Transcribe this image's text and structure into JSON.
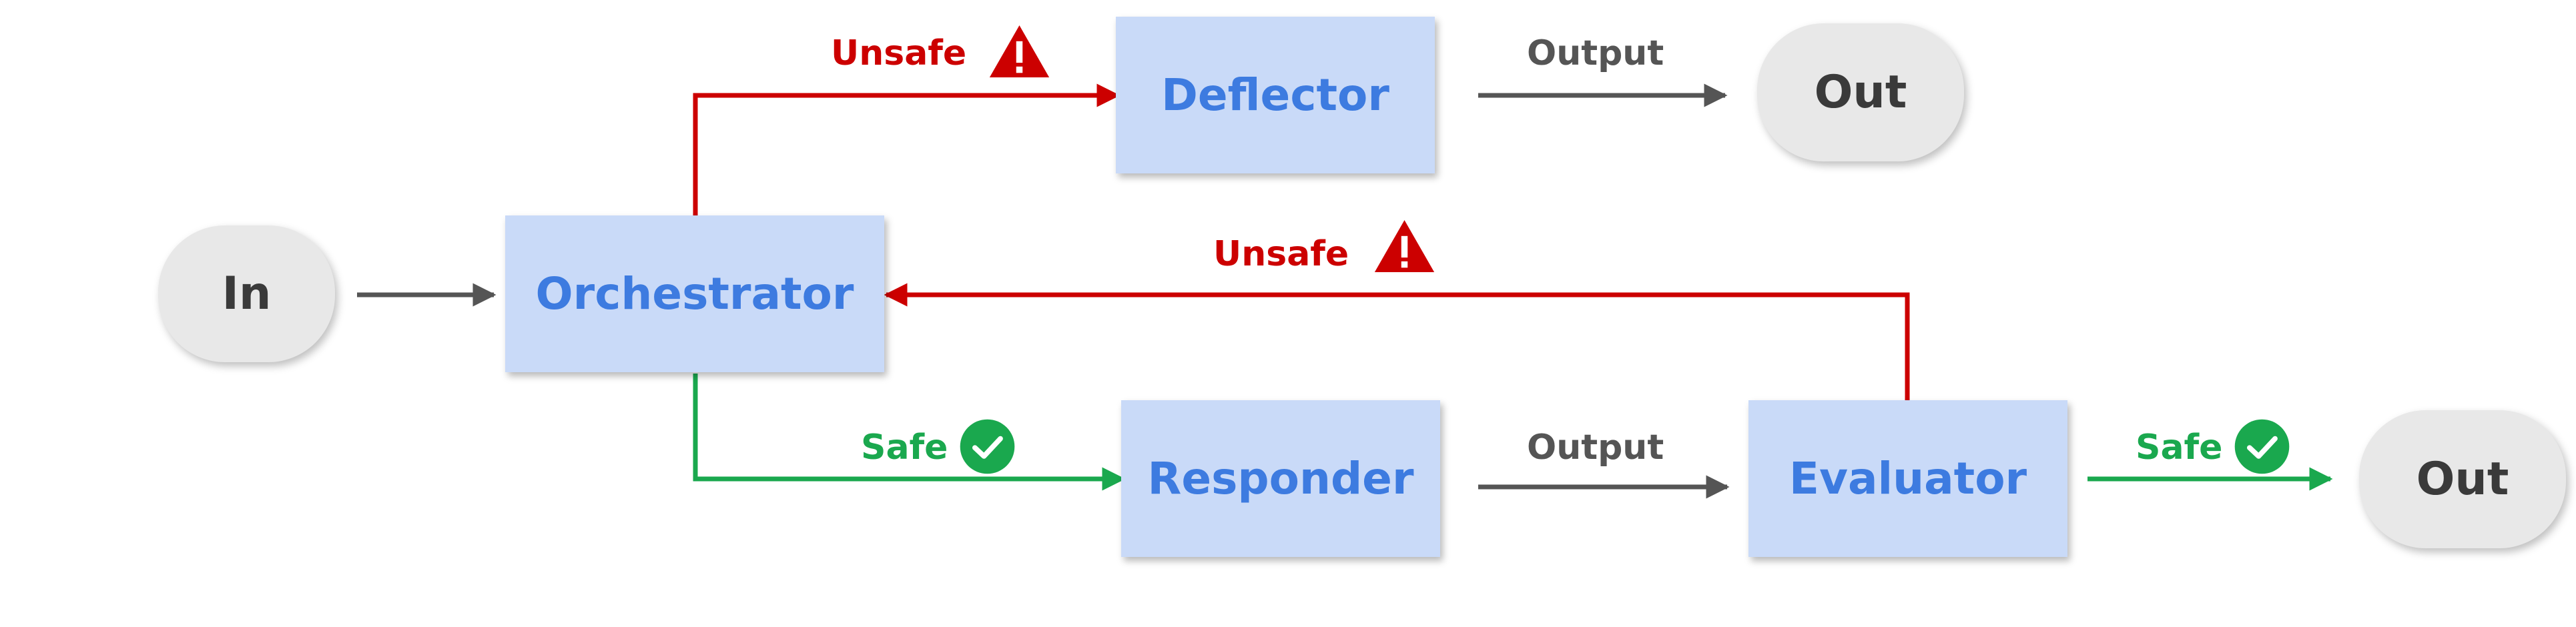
{
  "nodes": {
    "input": "In",
    "orchestrator": "Orchestrator",
    "deflector": "Deflector",
    "responder": "Responder",
    "evaluator": "Evaluator",
    "output_top": "Out",
    "output_bottom": "Out"
  },
  "edges": {
    "orchestrator_to_deflector": "Unsafe",
    "deflector_to_out": "Output",
    "evaluator_to_orchestrator": "Unsafe",
    "orchestrator_to_responder": "Safe",
    "responder_to_evaluator": "Output",
    "evaluator_to_out": "Safe"
  },
  "colors": {
    "unsafe": "#cc0000",
    "safe": "#1aa84e",
    "neutral": "#555555",
    "box_fill": "#c9daf8",
    "box_text": "#3d7be0",
    "terminal_fill": "#e8e8e8"
  },
  "icons": {
    "unsafe": "warning-triangle-icon",
    "safe": "check-circle-icon"
  }
}
